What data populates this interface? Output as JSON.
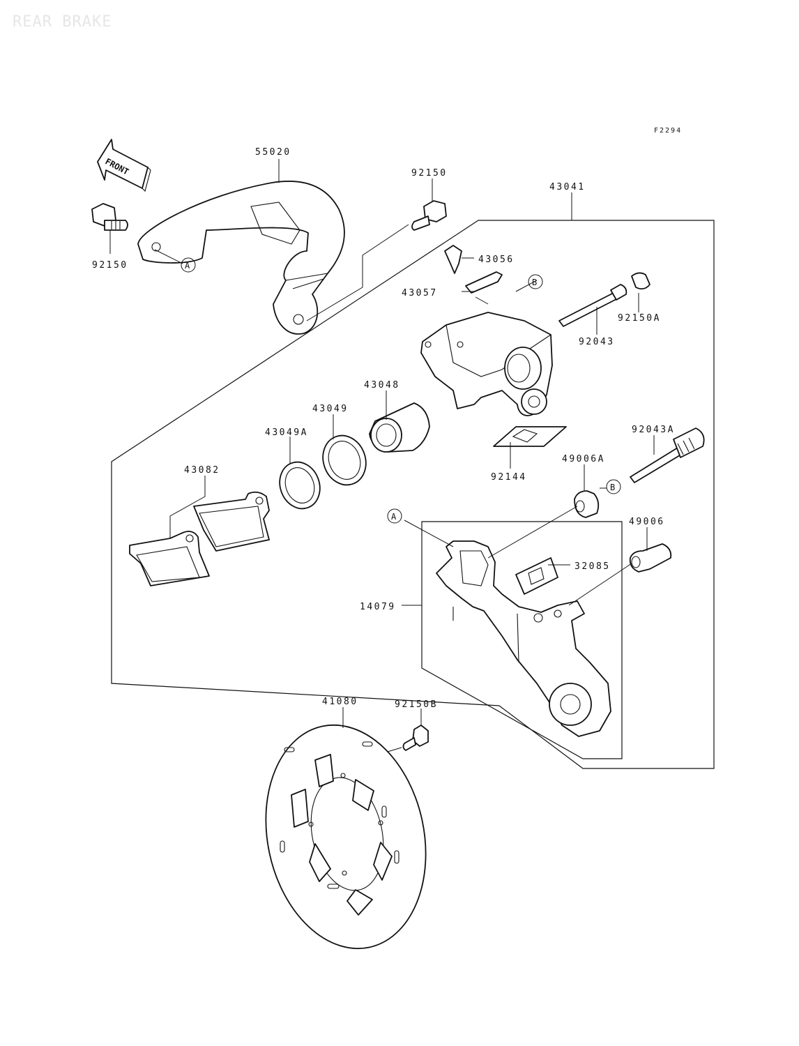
{
  "title": "REAR BRAKE",
  "figure_code": "F2294",
  "front_label": "FRONT",
  "labels": {
    "p55020": "55020",
    "p92150_top": "92150",
    "p92150_left": "92150",
    "p43041": "43041",
    "p43056": "43056",
    "p43057": "43057",
    "p92150A": "92150A",
    "p92043": "92043",
    "p43048": "43048",
    "p43049": "43049",
    "p43049A": "43049A",
    "p43082": "43082",
    "p92043A": "92043A",
    "p92144": "92144",
    "p49006A": "49006A",
    "p49006": "49006",
    "p32085": "32085",
    "p14079": "14079",
    "p41080": "41080",
    "p92150B": "92150B"
  },
  "refs": {
    "a1": "A",
    "a2": "A",
    "b1": "B",
    "b2": "B"
  },
  "icons": {
    "front_arrow": "front-arrow-icon"
  }
}
